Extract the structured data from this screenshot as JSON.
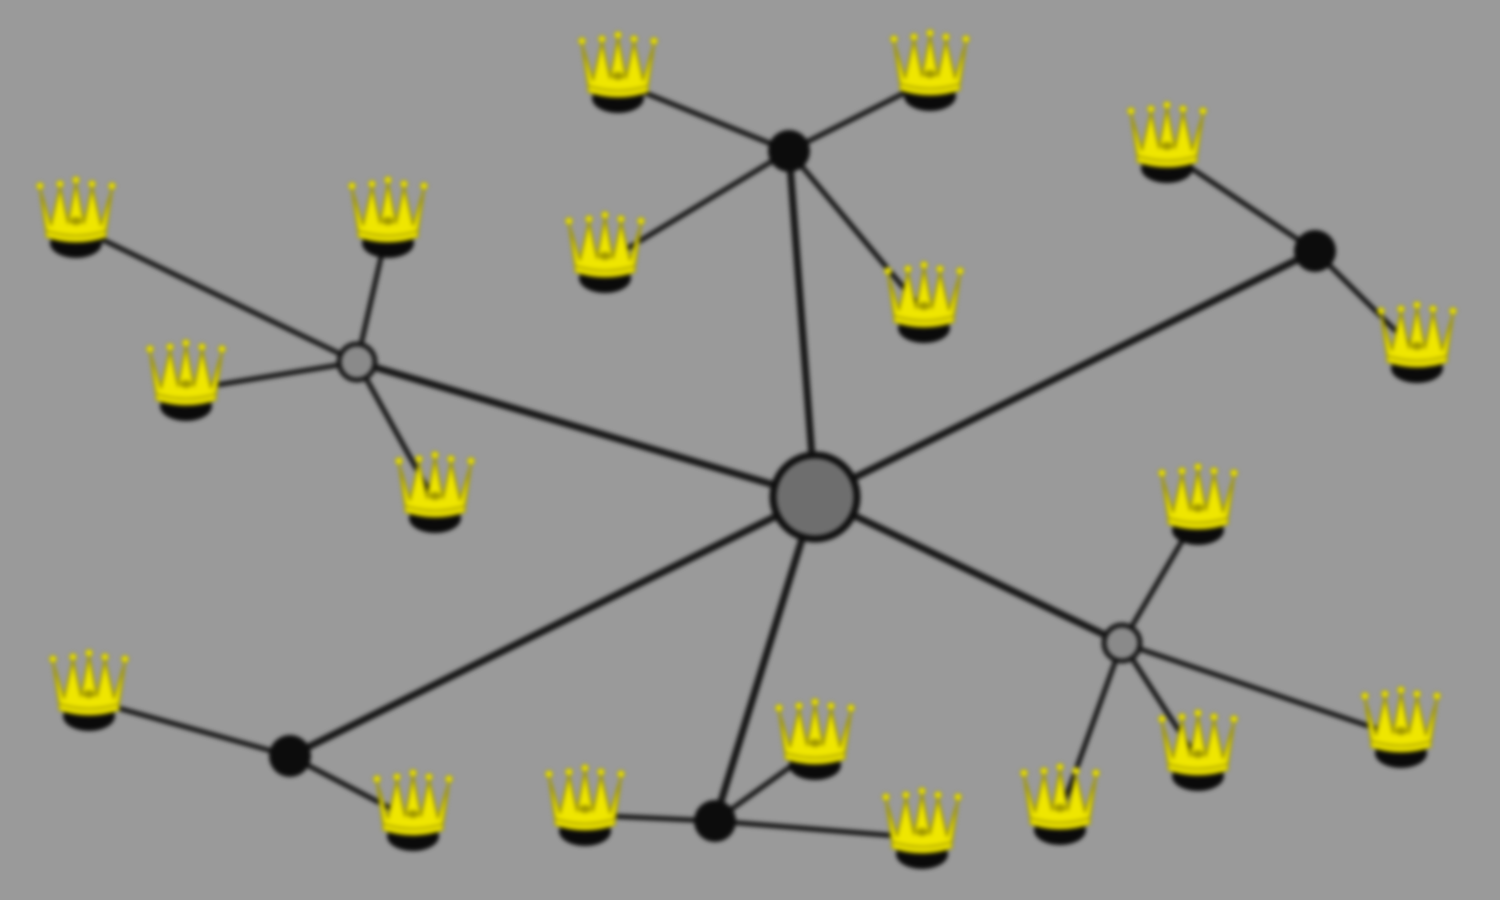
{
  "colors": {
    "background": "#9a9a9a",
    "edge": "#161616",
    "hub_fill": "#6e6e6e",
    "hub_stroke": "#0f0f0f",
    "junction_black": "#0c0c0c",
    "junction_gray": "#8a8a8a",
    "crown": "#efe600",
    "crown_outline": "#a39a00",
    "crown_base": "#0a0a0a"
  },
  "icons": {
    "leaf": "crown-icon",
    "hub": "circle-node-icon",
    "junction": "dot-node-icon"
  },
  "graph": {
    "hub": {
      "id": "hub"
    },
    "junctions": [
      {
        "id": "j-top",
        "style": "black",
        "children": 4
      },
      {
        "id": "j-left",
        "style": "gray",
        "children": 4
      },
      {
        "id": "j-right-top",
        "style": "black",
        "children": 2
      },
      {
        "id": "j-right-bottom",
        "style": "gray",
        "children": 4
      },
      {
        "id": "j-bottom",
        "style": "black",
        "children": 3
      },
      {
        "id": "j-bottom-left",
        "style": "black",
        "children": 2
      }
    ],
    "leaf_count": 19
  }
}
